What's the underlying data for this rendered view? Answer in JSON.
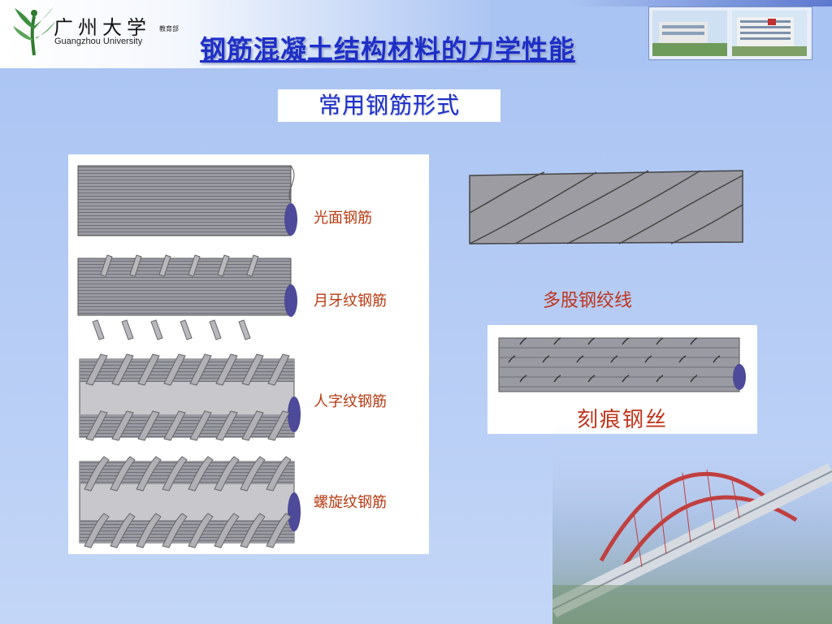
{
  "header": {
    "university_cn": "广州大学",
    "university_cn_small": "教育部",
    "university_en": "Guangzhou University",
    "title": "钢筋混凝土结构材料的力学性能"
  },
  "slide": {
    "subtitle": "常用钢筋形式",
    "left_labels": [
      "光面钢筋",
      "月牙纹钢筋",
      "人字纹钢筋",
      "螺旋纹钢筋"
    ],
    "strand_label": "多股钢绞线",
    "wire_label": "刻痕钢丝"
  },
  "colors": {
    "title_blue": "#1e2fc8",
    "label_red": "#c0341a",
    "steel_gray": "#9a9aa2",
    "bar_end_purple": "#4d4a99"
  }
}
